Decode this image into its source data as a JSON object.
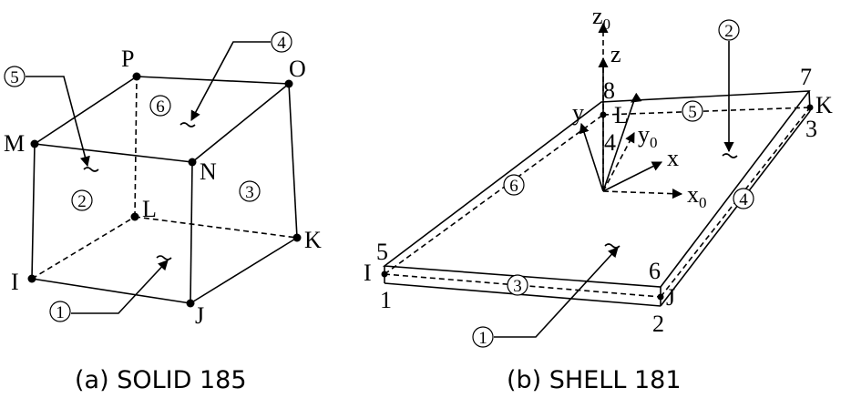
{
  "solid": {
    "caption": "(a) SOLID 185",
    "nodes": {
      "I": "I",
      "J": "J",
      "K": "K",
      "L": "L",
      "M": "M",
      "N": "N",
      "O": "O",
      "P": "P"
    },
    "faces": {
      "f1": "1",
      "f2": "2",
      "f3": "3",
      "f4": "4",
      "f5": "5",
      "f6": "6"
    }
  },
  "shell": {
    "caption": "(b) SHELL 181",
    "nodes": {
      "I": "I",
      "J": "J",
      "K": "K",
      "L": "L"
    },
    "corners": {
      "c1": "1",
      "c2": "2",
      "c3": "3",
      "c4": "4",
      "c5": "5",
      "c6": "6",
      "c7": "7",
      "c8": "8"
    },
    "faces": {
      "f1": "1",
      "f2": "2",
      "f3": "3",
      "f4": "4",
      "f5": "5",
      "f6": "6"
    },
    "axes": {
      "z0": "z0",
      "z": "z",
      "y": "y",
      "y0": "y0",
      "x": "x",
      "x0": "x0"
    }
  }
}
